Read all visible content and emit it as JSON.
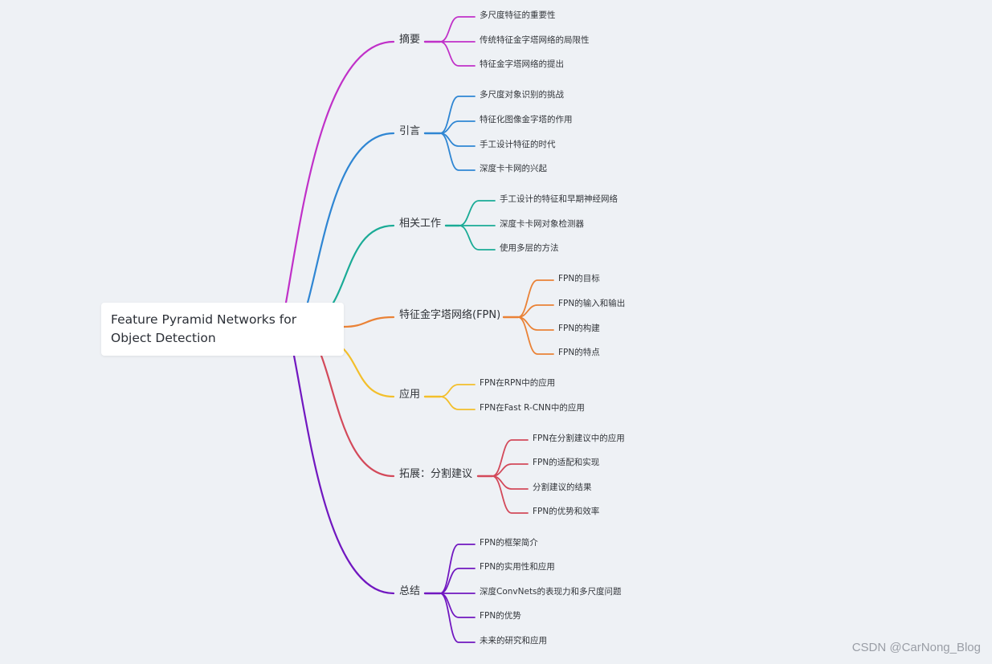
{
  "root": {
    "title": "Feature Pyramid Networks for Object Detection"
  },
  "colors": {
    "background": "#eef1f5",
    "branch_colors": [
      "#c030c8",
      "#2f86d3",
      "#1aab96",
      "#ea8236",
      "#f3bf2b",
      "#d3495a",
      "#7117c0"
    ]
  },
  "branches": [
    {
      "label": "摘要",
      "children": [
        "多尺度特征的重要性",
        "传统特征金字塔网络的局限性",
        "特征金字塔网络的提出"
      ]
    },
    {
      "label": "引言",
      "children": [
        "多尺度对象识别的挑战",
        "特征化图像金字塔的作用",
        "手工设计特征的时代",
        "深度卡卡网的兴起"
      ]
    },
    {
      "label": "相关工作",
      "children": [
        "手工设计的特征和早期神经网络",
        "深度卡卡网对象检测器",
        "使用多层的方法"
      ]
    },
    {
      "label": "特征金字塔网络(FPN)",
      "children": [
        "FPN的目标",
        "FPN的输入和输出",
        "FPN的构建",
        "FPN的特点"
      ]
    },
    {
      "label": "应用",
      "children": [
        "FPN在RPN中的应用",
        "FPN在Fast R-CNN中的应用"
      ]
    },
    {
      "label": "拓展：分割建议",
      "children": [
        "FPN在分割建议中的应用",
        "FPN的适配和实现",
        "分割建议的结果",
        "FPN的优势和效率"
      ]
    },
    {
      "label": "总结",
      "children": [
        "FPN的框架简介",
        "FPN的实用性和应用",
        "深度ConvNets的表现力和多尺度问题",
        "FPN的优势",
        "未来的研究和应用"
      ]
    }
  ],
  "watermark": "CSDN @CarNong_Blog"
}
